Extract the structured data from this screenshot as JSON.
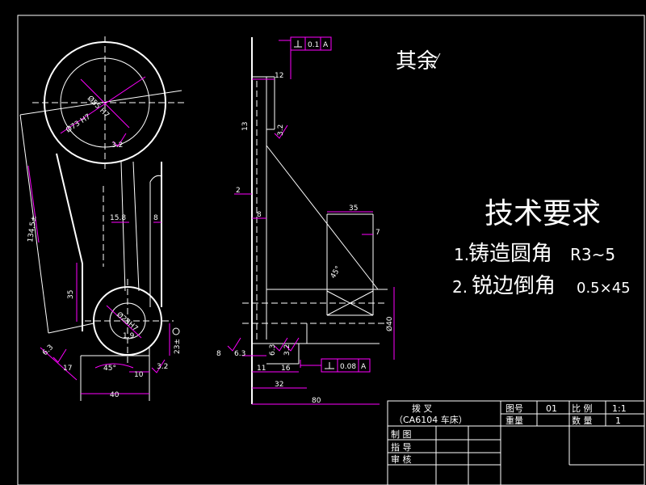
{
  "drawing": {
    "surface_note": "其余",
    "tech_title": "技术要求",
    "req1_num": "1.",
    "req1_text": "铸造圆角",
    "req1_val": "R3~5",
    "req2_num": "2.",
    "req2_text": "锐边倒角",
    "req2_val": "0.5×45",
    "colors": {
      "background": "#000000",
      "line": "#ffffff",
      "dimension": "#ff00ff"
    }
  },
  "dims": {
    "d55": "Ø55 H7",
    "d73": "Ø73 H7",
    "r32": "3.2",
    "l134": "134.5±",
    "d35v": "35",
    "d158": "15.8",
    "d8a": "8",
    "d25": "Ø25H7",
    "d19": "1.9",
    "d23": "23±",
    "d40": "40",
    "d10": "10",
    "d45": "45°",
    "d17": "17",
    "d63": "6.3",
    "d32b": "3.2",
    "s12": "12",
    "s13": "13",
    "s32": "3.2",
    "s2": "2",
    "s8": "8",
    "s35": "35",
    "s7": "7",
    "s45": "45°",
    "s40": "Ø40",
    "s8b": "8",
    "s63": "6.3",
    "s11": "11",
    "s16": "16",
    "s32b": "32",
    "s80": "80",
    "s63b": "6.3",
    "s32c": "3.2"
  },
  "tolerances": {
    "top_val": "0.1",
    "top_ref": "A",
    "bot_val": "0.08",
    "bot_ref": "A"
  },
  "title_block": {
    "part_name": "拨   叉",
    "model": "（CA6104 车床）",
    "drawing_no_label": "图号",
    "drawing_no": "01",
    "scale_label": "比  例",
    "scale": "1:1",
    "weight_label": "重量",
    "qty_label": "数 量",
    "qty": "1",
    "drawn_by": "制  图",
    "guided_by": "指  导",
    "checked_by": "审  核"
  }
}
